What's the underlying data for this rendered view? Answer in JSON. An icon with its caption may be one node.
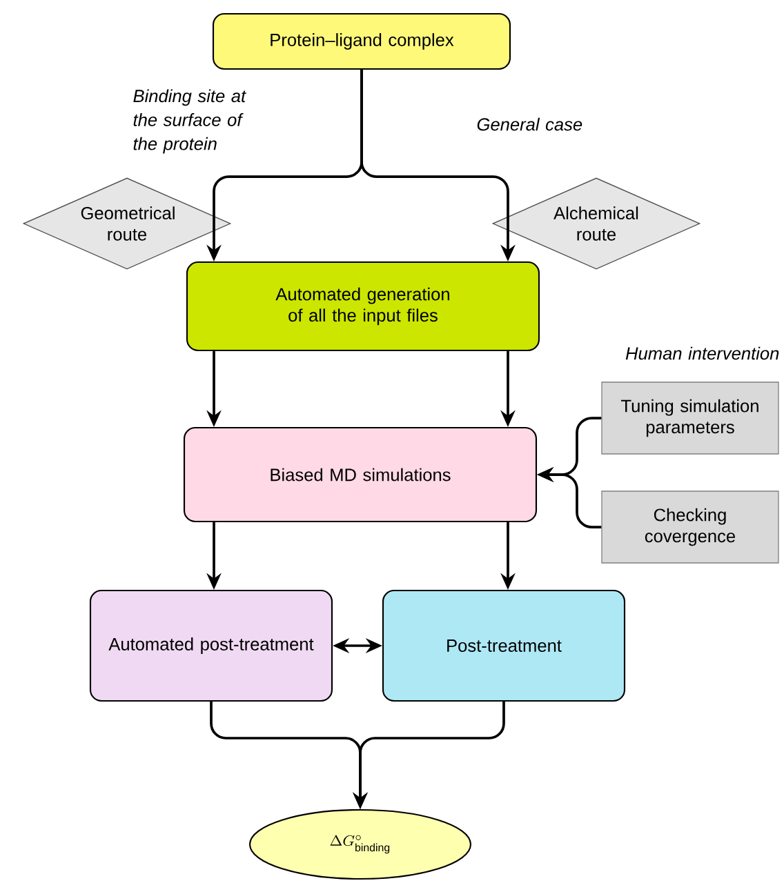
{
  "diagram": {
    "nodes": [
      {
        "text": [
          "Protein–ligand complex"
        ]
      },
      {
        "text": [
          "Geometrical route"
        ]
      },
      {
        "text": [
          "Alchemical route"
        ]
      },
      {
        "text": [
          "Automated generation of all the input files"
        ]
      },
      {
        "text": [
          "Biased MD simulations"
        ]
      },
      {
        "text": [
          "Tuning simulation parameters"
        ]
      },
      {
        "text": [
          "Checking covergence"
        ]
      },
      {
        "text": [
          "Automated post-treatment"
        ]
      },
      {
        "text": [
          "Post-treatment"
        ]
      },
      {
        "text": [
          "\\Delta G^{\\circ}_{\\mathrm{binding}}"
        ]
      }
    ],
    "edges": [
      {
        "from": 0,
        "to": 3,
        "arrow": "to"
      },
      {
        "from": 0,
        "to": 3,
        "arrow": "to"
      },
      {
        "from": 3,
        "to": 4,
        "arrow": "to"
      },
      {
        "from": 3,
        "to": 4,
        "arrow": "to"
      },
      {
        "from": 5,
        "to": 4,
        "arrow": "to"
      },
      {
        "from": 6,
        "to": 4,
        "arrow": "to"
      },
      {
        "from": 4,
        "to": 7,
        "arrow": "to"
      },
      {
        "from": 4,
        "to": 8,
        "arrow": "to"
      },
      {
        "from": 7,
        "to": 8,
        "arrow": "both"
      },
      {
        "from": 7,
        "to": 9,
        "arrow": "to"
      },
      {
        "from": 8,
        "to": 9,
        "arrow": "to"
      }
    ],
    "labels": [
      "Binding site at the surface of the protein",
      "General case",
      "Human intervention"
    ]
  }
}
